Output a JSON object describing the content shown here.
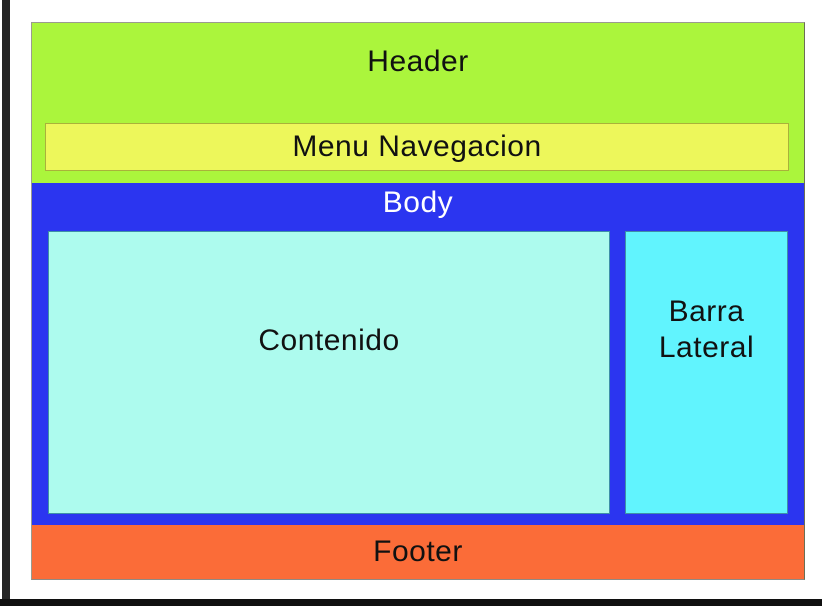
{
  "regions": {
    "header": {
      "label": "Header"
    },
    "menu": {
      "label": "Menu Navegacion"
    },
    "body": {
      "label": "Body"
    },
    "content": {
      "label": "Contenido"
    },
    "sidebar": {
      "label": "Barra Lateral"
    },
    "footer": {
      "label": "Footer"
    }
  },
  "colors": {
    "header": "#ABF53C",
    "menu": "#EDF75B",
    "body": "#2B35F0",
    "content": "#ADFBEE",
    "sidebar": "#61F4FE",
    "footer": "#FB6C38",
    "left_edge": "#262626",
    "bottom_edge": "#101010"
  }
}
